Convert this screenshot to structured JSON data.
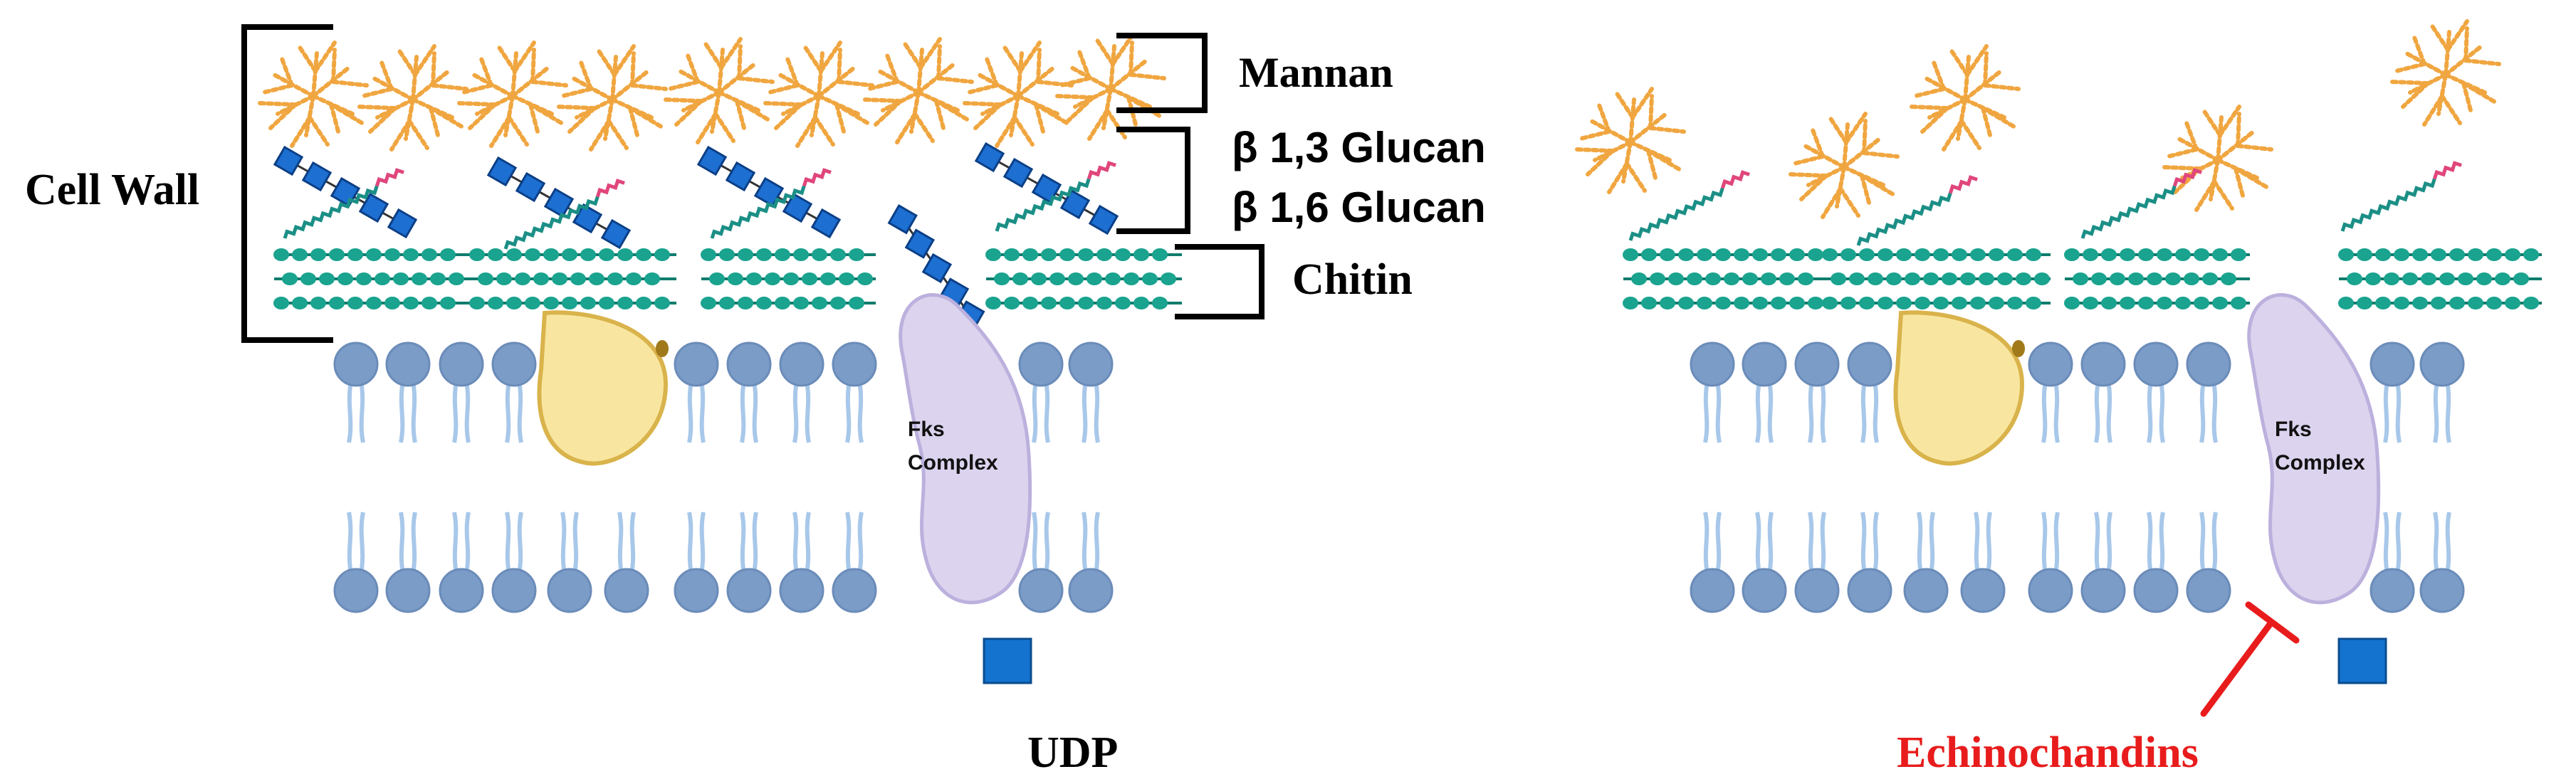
{
  "labels": {
    "cell_wall": "Cell Wall",
    "mannan": "Mannan",
    "glucan_13": "β 1,3 Glucan",
    "glucan_16": "β 1,6 Glucan",
    "chitin": "Chitin",
    "fks_line1": "Fks",
    "fks_line2": "Complex",
    "udp": "UDP",
    "drug": "Echinochandins"
  },
  "colors": {
    "mannan": "#f0a640",
    "glucan_unit": "#1d6fd1",
    "glucan_chain": "#1b8f86",
    "glucan_tip": "#e0467c",
    "chitin": "#1aa38f",
    "lipid_head": "#7b9cc7",
    "lipid_tail": "#a8c8ea",
    "protein_yellow": "#f8e6a0",
    "fks": "#dcd3ee",
    "udp": "#1473cf",
    "drug": "#e81c1c",
    "bracket": "#000000"
  },
  "icons": {
    "mannan": "mannan-branch-icon",
    "glucan": "glucan-chain-icon",
    "chitin": "chitin-chain-icon",
    "lipid": "phospholipid-icon",
    "protein": "membrane-protein-icon",
    "fks": "fks-complex-icon",
    "udp": "udp-square-icon",
    "inhibition": "inhibition-arrow-icon"
  }
}
